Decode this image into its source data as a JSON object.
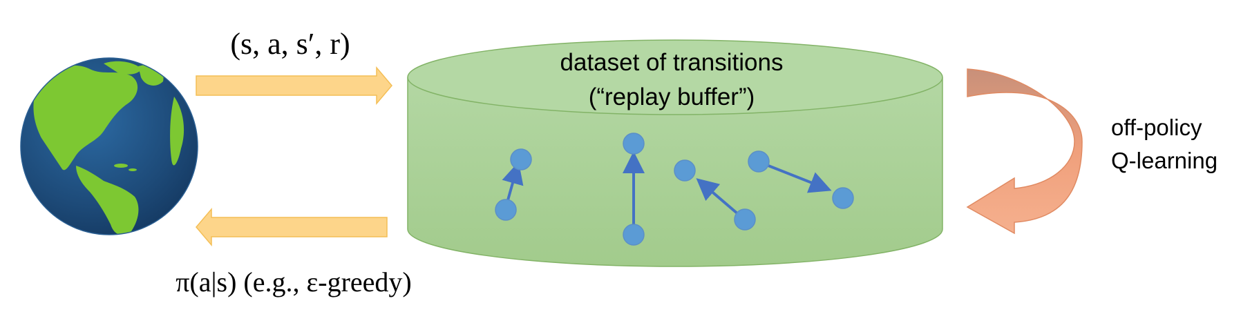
{
  "top_arrow_label": "(s, a, s′, r)",
  "bottom_arrow_label": "π(a|s) (e.g., ε-greedy)",
  "buffer": {
    "title_line1": "dataset of transitions",
    "title_line2": "(“replay buffer”)"
  },
  "loop": {
    "label_line1": "off-policy",
    "label_line2": "Q-learning"
  },
  "colors": {
    "data_flow_arrow": "#FDD58A",
    "buffer": "#A9CF96",
    "transition_node": "#5B9BD5",
    "transition_arrow": "#4472C4",
    "loop_arrow": "#F4A07E",
    "ocean": "#1F4E79",
    "land": "#7DC832"
  },
  "icons": [
    "earth-globe-icon"
  ]
}
